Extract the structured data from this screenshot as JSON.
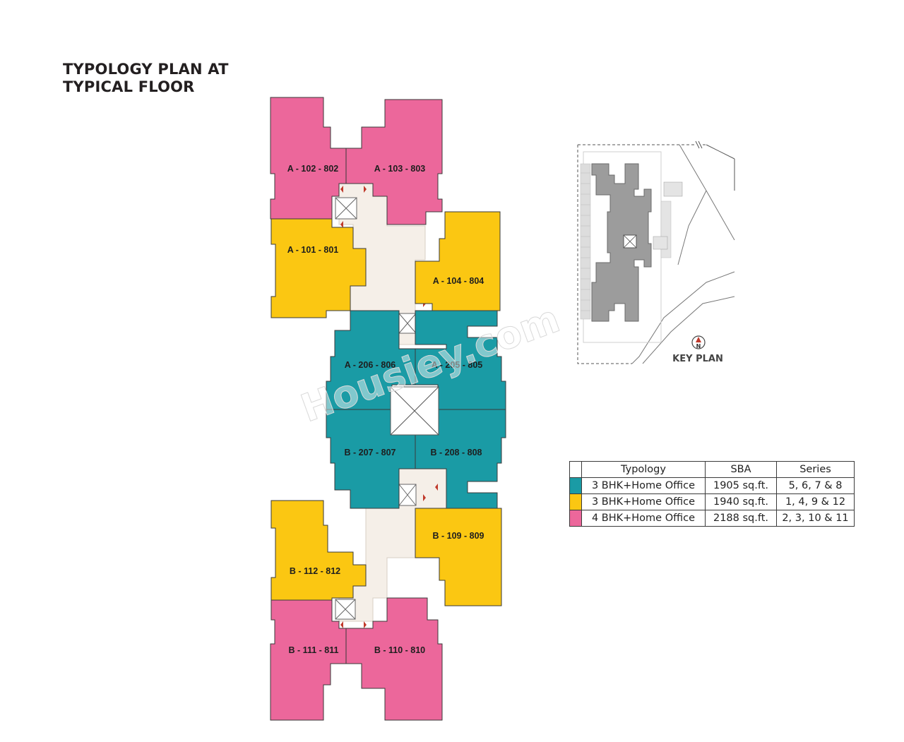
{
  "title": {
    "line1": "TYPOLOGY PLAN AT",
    "line2": "TYPICAL FLOOR"
  },
  "colors": {
    "teal": "#1a9ba5",
    "yellow": "#fbc712",
    "pink": "#ec679b",
    "corridor": "#f5efe8",
    "keyplan_block": "#9c9c9c"
  },
  "units": {
    "u1": "A - 102 - 802",
    "u2": "A - 103 - 803",
    "u3": "A - 101 - 801",
    "u4": "A - 104 - 804",
    "u5": "A - 206 - 806",
    "u6": "A - 205 - 805",
    "u7": "B - 207 - 807",
    "u8": "B - 208 - 808",
    "u9": "B - 109 - 809",
    "u10": "B - 112 - 812",
    "u11": "B - 111 - 811",
    "u12": "B - 110 - 810"
  },
  "key_plan": {
    "label": "KEY PLAN",
    "north": "N"
  },
  "watermark": "Housiey.com",
  "legend": {
    "headers": {
      "typology": "Typology",
      "sba": "SBA",
      "series": "Series"
    },
    "rows": [
      {
        "color": "#1a9ba5",
        "typology": "3 BHK+Home Office",
        "sba": "1905 sq.ft.",
        "series": "5, 6, 7 & 8"
      },
      {
        "color": "#fbc712",
        "typology": "3 BHK+Home Office",
        "sba": "1940 sq.ft.",
        "series": "1, 4, 9 & 12"
      },
      {
        "color": "#ec679b",
        "typology": "4 BHK+Home Office",
        "sba": "2188 sq.ft.",
        "series": "2, 3, 10 & 11"
      }
    ]
  }
}
